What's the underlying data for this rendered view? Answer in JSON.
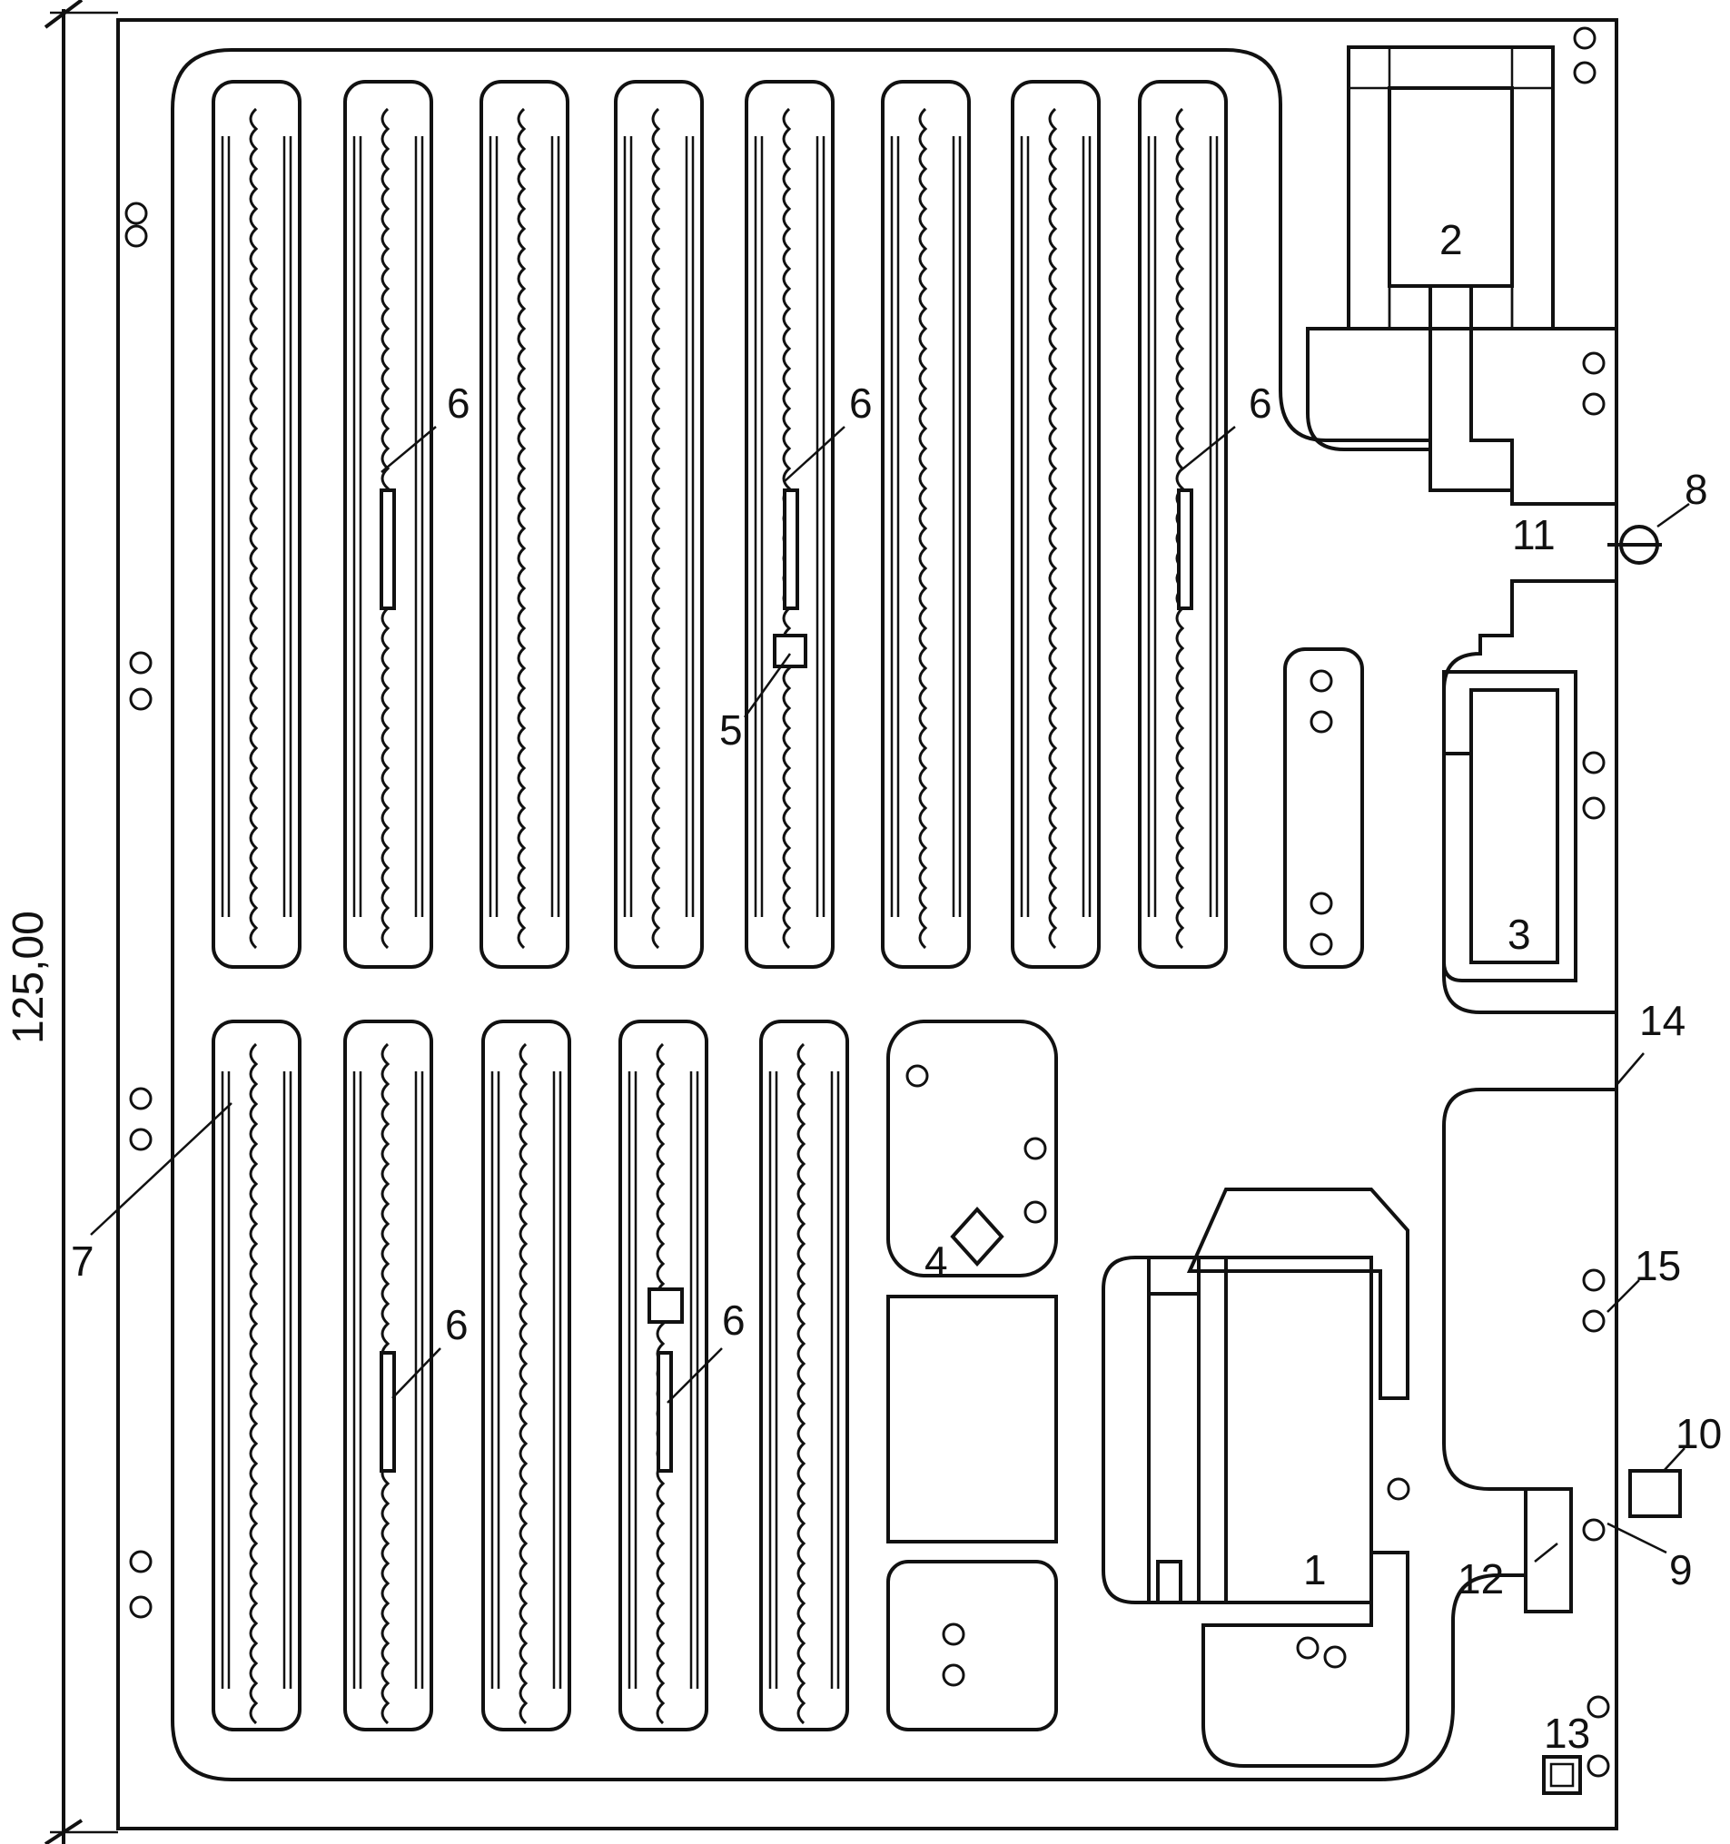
{
  "dimension": {
    "label": "125,00"
  },
  "labels": {
    "building_1": "1",
    "element_2": "2",
    "element_3": "3",
    "element_4": "4",
    "element_5": "5",
    "element_6": "6",
    "element_7": "7",
    "element_8": "8",
    "element_9": "9",
    "element_10": "10",
    "element_11": "11",
    "element_12": "12",
    "element_13": "13",
    "element_14": "14",
    "element_15": "15"
  }
}
